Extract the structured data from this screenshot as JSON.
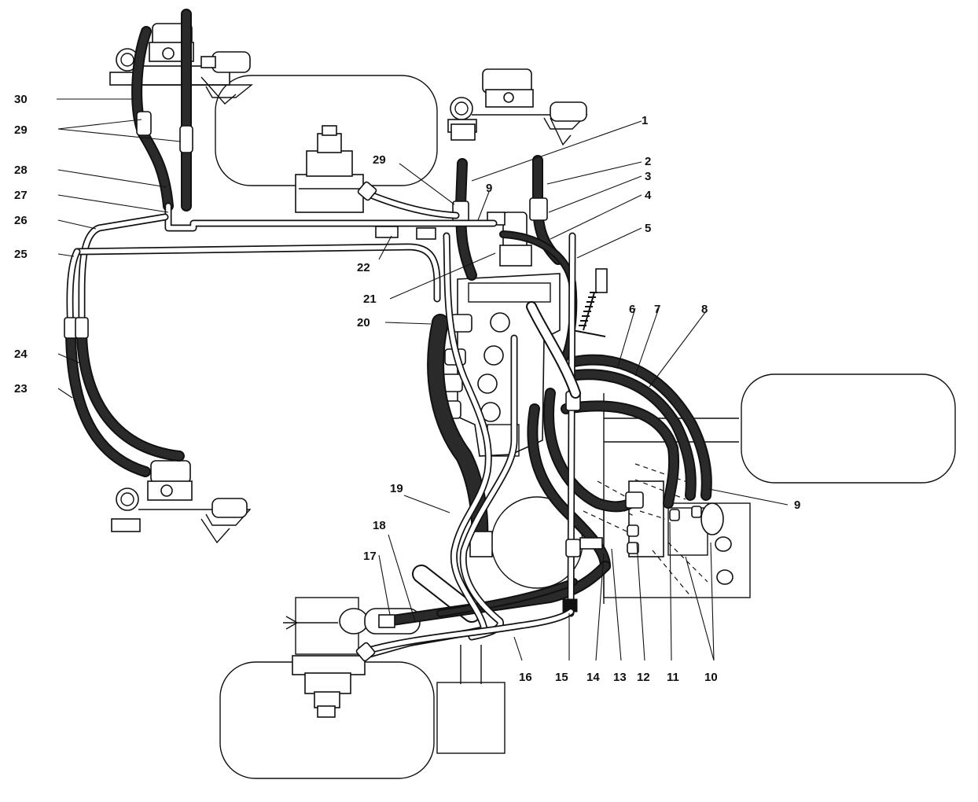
{
  "diagram": {
    "callouts": [
      {
        "id": "c1",
        "text": "1"
      },
      {
        "id": "c2",
        "text": "2"
      },
      {
        "id": "c3",
        "text": "3"
      },
      {
        "id": "c4",
        "text": "4"
      },
      {
        "id": "c5",
        "text": "5"
      },
      {
        "id": "c6",
        "text": "6"
      },
      {
        "id": "c7",
        "text": "7"
      },
      {
        "id": "c8",
        "text": "8"
      },
      {
        "id": "c9r",
        "text": "9"
      },
      {
        "id": "c9t",
        "text": "9"
      },
      {
        "id": "c10",
        "text": "10"
      },
      {
        "id": "c11",
        "text": "11"
      },
      {
        "id": "c12",
        "text": "12"
      },
      {
        "id": "c13",
        "text": "13"
      },
      {
        "id": "c14",
        "text": "14"
      },
      {
        "id": "c15",
        "text": "15"
      },
      {
        "id": "c16",
        "text": "16"
      },
      {
        "id": "c17",
        "text": "17"
      },
      {
        "id": "c18",
        "text": "18"
      },
      {
        "id": "c19",
        "text": "19"
      },
      {
        "id": "c20",
        "text": "20"
      },
      {
        "id": "c21",
        "text": "21"
      },
      {
        "id": "c22",
        "text": "22"
      },
      {
        "id": "c23",
        "text": "23"
      },
      {
        "id": "c24",
        "text": "24"
      },
      {
        "id": "c25",
        "text": "25"
      },
      {
        "id": "c26",
        "text": "26"
      },
      {
        "id": "c27",
        "text": "27"
      },
      {
        "id": "c28",
        "text": "28"
      },
      {
        "id": "c29l",
        "text": "29"
      },
      {
        "id": "c29c",
        "text": "29"
      },
      {
        "id": "c30",
        "text": "30"
      }
    ]
  }
}
